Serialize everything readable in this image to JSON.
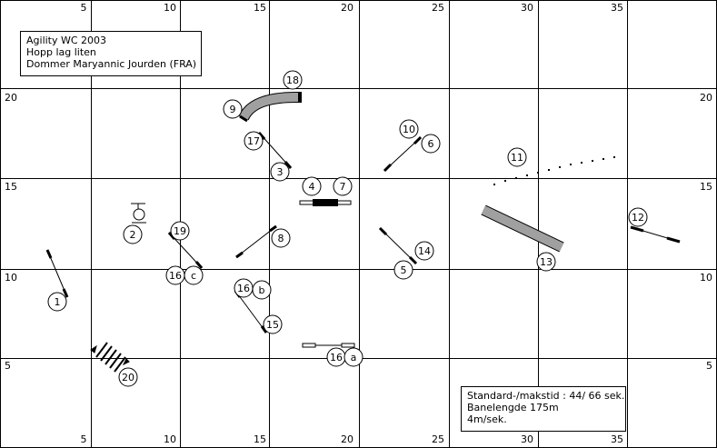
{
  "title_box": {
    "line1": "Agility WC 2003",
    "line2": "Hopp lag liten",
    "line3": "Dommer Maryannic Jourden (FRA)"
  },
  "stats_box": {
    "line1": "Standard-/makstid : 44/ 66 sek.",
    "line2": "Banelengde 175m",
    "line3": "4m/sek."
  },
  "grid": {
    "top_labels": [
      "5",
      "10",
      "15",
      "20",
      "25",
      "30",
      "35"
    ],
    "bottom_labels": [
      "5",
      "10",
      "15",
      "20",
      "25",
      "30",
      "35"
    ],
    "left_labels": [
      "20",
      "15",
      "10",
      "5"
    ],
    "right_labels": [
      "20",
      "15",
      "10",
      "5"
    ]
  },
  "obstacle_numbers": {
    "n1": "1",
    "n2": "2",
    "n3": "3",
    "n4": "4",
    "n5": "5",
    "n6": "6",
    "n7": "7",
    "n8": "8",
    "n9": "9",
    "n10": "10",
    "n11": "11",
    "n12": "12",
    "n13": "13",
    "n14": "14",
    "n15": "15",
    "n16a": "16",
    "n16b": "16",
    "n16c": "16",
    "n17": "17",
    "n18": "18",
    "n19": "19",
    "n20": "20",
    "la": "a",
    "lb": "b",
    "lc": "c"
  },
  "colors": {
    "tunnel": "#a0a0a0",
    "table": "#000000"
  }
}
